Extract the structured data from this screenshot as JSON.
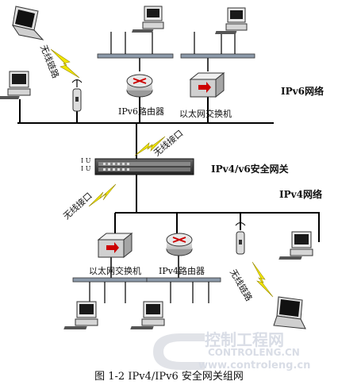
{
  "labels": {
    "wireless_link_top": "无线链路",
    "ipv6_router": "IPv6路由器",
    "ethernet_switch_top": "以太网交换机",
    "ipv6_network": "IPv6网络",
    "wireless_port_top": "无线接口",
    "gateway": "IPv4/v6安全网关",
    "wireless_port_left": "无线接口",
    "ipv4_network": "IPv4网络",
    "ethernet_switch_bottom": "以太网交换机",
    "ipv4_router": "IPv4路由器",
    "wireless_link_bottom": "无线链路",
    "gateway_side_1": "I U",
    "gateway_side_2": "I U"
  },
  "watermark": {
    "cn": "控制工程网",
    "en": "CONTROLENG.CN",
    "url": "www.controleng.cn"
  },
  "caption": "图 1-2 IPv4/IPv6 安全网关组网"
}
